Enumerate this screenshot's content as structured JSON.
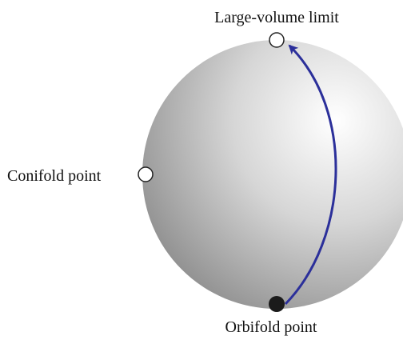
{
  "diagram": {
    "labels": {
      "large_volume": "Large-volume limit",
      "conifold": "Conifold point",
      "orbifold": "Orbifold point"
    },
    "colors": {
      "sphere_highlight": "#ffffff",
      "sphere_mid": "#d6d6d6",
      "sphere_shadow": "#8a8a8a",
      "arrow": "#2b2f9a",
      "orbifold_point": "#1b1b1b",
      "open_point_fill": "#ffffff",
      "outline": "#222222"
    }
  }
}
